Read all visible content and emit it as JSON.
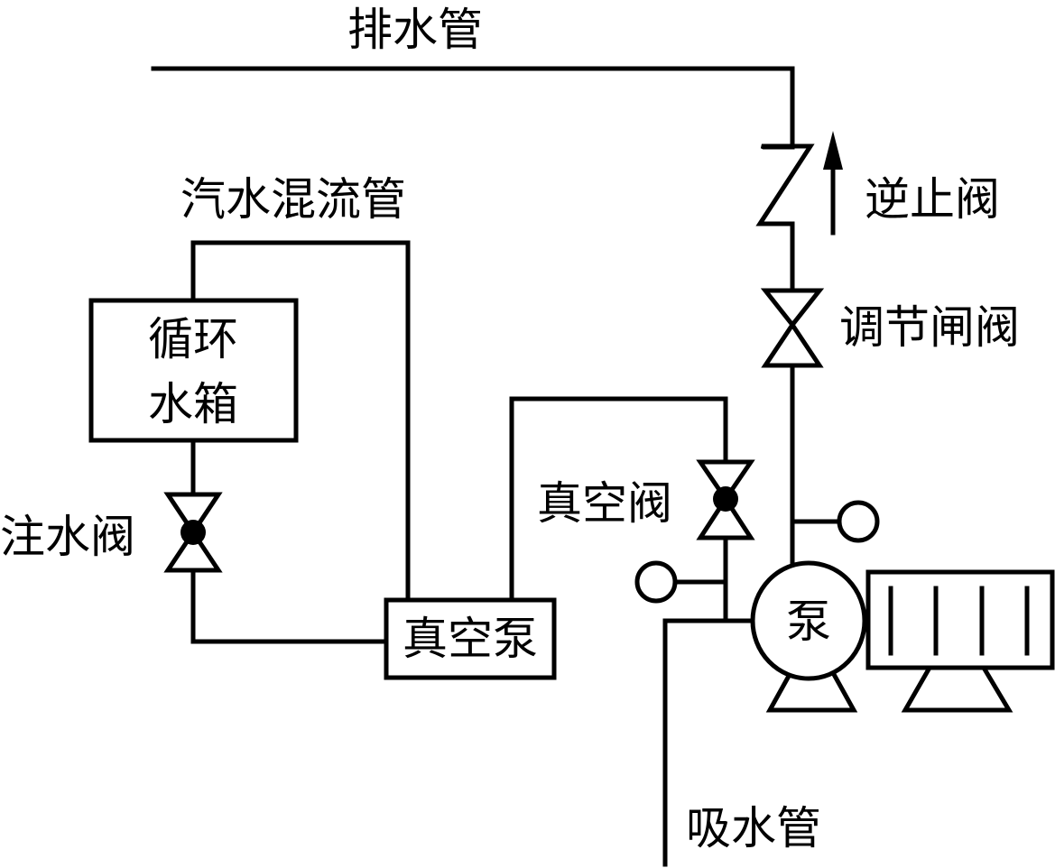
{
  "diagram": {
    "labels": {
      "drain_pipe": "排水管",
      "mixed_flow_pipe": "汽水混流管",
      "check_valve": "逆止阀",
      "regulating_gate_valve": "调节闸阀",
      "tank_line1": "循环",
      "tank_line2": "水箱",
      "fill_valve": "注水阀",
      "vacuum_valve": "真空阀",
      "vacuum_pump": "真空泵",
      "pump": "泵",
      "suction_pipe": "吸水管"
    },
    "icons": {
      "flow_arrow": "up-arrow-icon",
      "gate_valve": "gate-valve-icon",
      "check_valve": "check-valve-icon",
      "gauge": "pressure-gauge-icon",
      "motor": "motor-icon"
    },
    "colors": {
      "line": "#000000",
      "background": "#ffffff"
    }
  }
}
